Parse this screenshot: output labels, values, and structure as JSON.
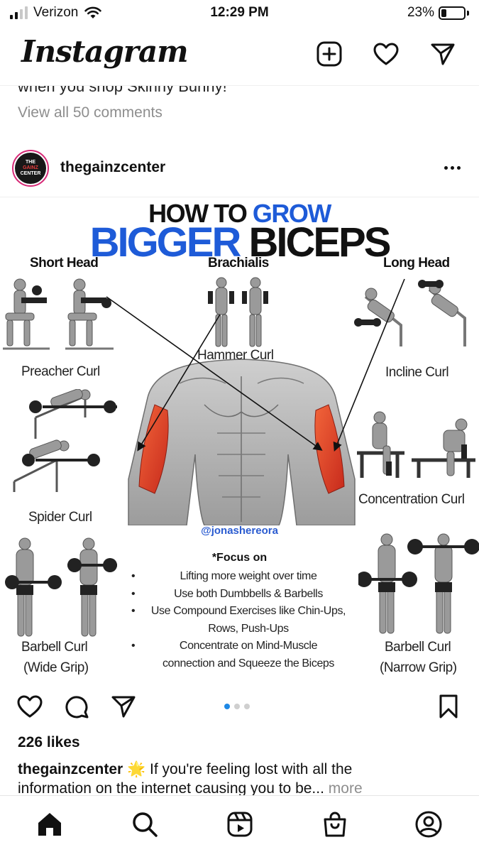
{
  "status_bar": {
    "carrier": "Verizon",
    "time": "12:29 PM",
    "battery_pct": "23%",
    "battery_level": 0.23,
    "signal_bars_on": 2,
    "signal_bars_total": 4
  },
  "header": {
    "logo": "Instagram",
    "icons": [
      "new-post-icon",
      "heart-icon",
      "direct-message-icon"
    ]
  },
  "previous_post": {
    "caption_tail": "when you shop Skinny Bunny!",
    "view_comments": "View all 50 comments"
  },
  "post": {
    "username": "thegainzcenter",
    "avatar_text": [
      "THE",
      "GAINZ",
      "CENTER"
    ],
    "image": {
      "title_line1_dark": "HOW TO ",
      "title_line1_blue": "GROW",
      "title_line2_blue": "BIGGER",
      "title_line2_dark": " BICEPS",
      "section_short_head": "Short Head",
      "section_brachialis": "Brachialis",
      "section_long_head": "Long Head",
      "preacher_curl": "Preacher Curl",
      "hammer_curl": "Hammer Curl",
      "incline_curl": "Incline Curl",
      "spider_curl": "Spider Curl",
      "concentration_curl": "Concentration Curl",
      "barbell_curl_wide_1": "Barbell Curl",
      "barbell_curl_wide_2": "(Wide Grip)",
      "barbell_curl_narrow_1": "Barbell Curl",
      "barbell_curl_narrow_2": "(Narrow Grip)",
      "handle": "@jonashereora",
      "focus_title": "*Focus on",
      "tips": [
        "Lifting more weight over time",
        "Use both Dumbbells & Barbells",
        "Use Compound Exercises like Chin-Ups,",
        "Rows, Push-Ups",
        "Concentrate on Mind-Muscle",
        "connection and Squeeze the Biceps"
      ],
      "bullet": "•"
    },
    "carousel_active": 1,
    "carousel_count": 3,
    "likes": "226 likes",
    "caption_user": "thegainzcenter",
    "caption_emoji": "🌟",
    "caption_line1": " If you're feeling lost with all the",
    "caption_line2": "information on the internet causing you to be... ",
    "caption_more": "more"
  },
  "colors": {
    "accent_blue": "#1e5bd8",
    "muscle_red": "#e0452b",
    "secondary_text": "#8e8e8e",
    "carousel_active": "#1e88e5"
  },
  "bottom_nav": [
    "home-icon",
    "search-icon",
    "reels-icon",
    "shop-icon",
    "profile-icon"
  ]
}
